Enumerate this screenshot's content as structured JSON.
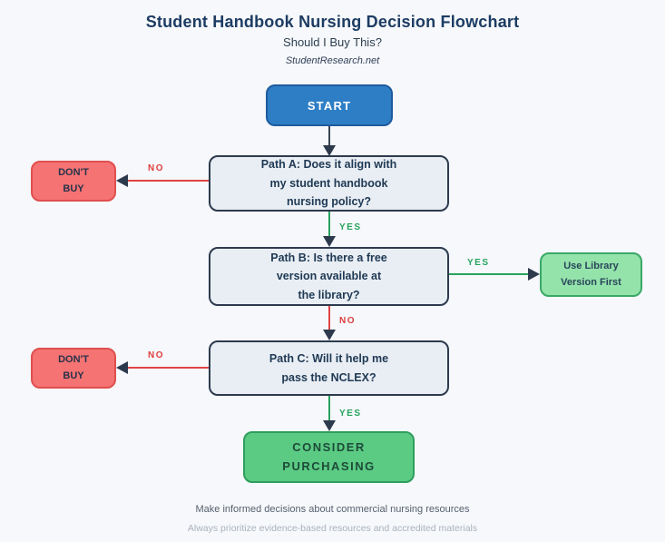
{
  "header": {
    "title": "Student Handbook Nursing Decision Flowchart",
    "subtitle": "Should I Buy This?",
    "source": "StudentResearch.net"
  },
  "nodes": {
    "start": {
      "label": "START"
    },
    "path_a": {
      "label": "Path A: Does it align with\nmy student handbook\nnursing policy?"
    },
    "path_b": {
      "label": "Path B: Is there a free\nversion available at\nthe library?"
    },
    "path_c": {
      "label": "Path C: Will it help me\npass the NCLEX?"
    },
    "dont_buy": {
      "label": "DON'T\nBUY"
    },
    "use_library": {
      "label": "Use Library\nVersion First"
    },
    "consider": {
      "label": "CONSIDER\nPURCHASING"
    }
  },
  "edges": {
    "a_to_dont_buy": {
      "label": "NO"
    },
    "a_to_b": {
      "label": "YES"
    },
    "b_to_library": {
      "label": "YES"
    },
    "b_to_c": {
      "label": "NO"
    },
    "c_to_dont_buy": {
      "label": "NO"
    },
    "c_to_consider": {
      "label": "YES"
    }
  },
  "footer": {
    "line1": "Make informed decisions about commercial nursing resources",
    "line2": "Always prioritize evidence-based resources and accredited materials"
  },
  "colors": {
    "background": "#f6f8fb",
    "title_text": "#1d3c63",
    "dark_border": "#2d3a4e",
    "question_fill": "#e9eef4",
    "start_fill": "#2e7ec6",
    "start_border": "#1f5c9d",
    "dont_buy_fill": "#f57373",
    "dont_buy_border": "#e04f4f",
    "library_fill": "#94e3ab",
    "library_border": "#3aa868",
    "consider_fill": "#5bcb84",
    "consider_border": "#2f9e5e",
    "yes_label": "#27a35c",
    "no_label": "#e03e3e",
    "red_line": "#e04444",
    "green_line": "#2aa25f",
    "footer_primary": "#57606e",
    "footer_secondary": "#aab1bd"
  }
}
